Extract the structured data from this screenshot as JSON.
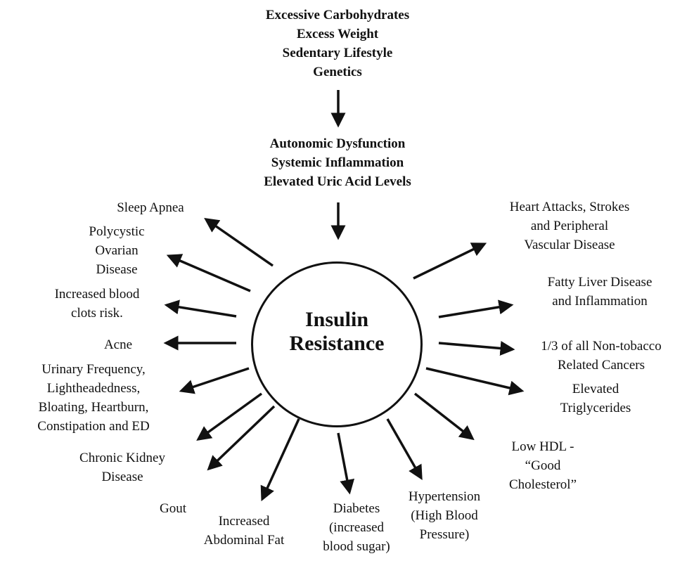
{
  "causes": [
    "Excessive Carbohydrates",
    "Excess Weight",
    "Sedentary Lifestyle",
    "Genetics"
  ],
  "mechanisms": [
    "Autonomic Dysfunction",
    "Systemic Inflammation",
    "Elevated Uric Acid Levels"
  ],
  "center": [
    "Insulin",
    "Resistance"
  ],
  "outcomes": {
    "sleep_apnea": [
      "Sleep Apnea"
    ],
    "pcos": [
      "Polycystic",
      "Ovarian",
      "Disease"
    ],
    "blood_clots": [
      "Increased blood",
      "clots risk."
    ],
    "acne": [
      "Acne"
    ],
    "urinary": [
      "Urinary Frequency,",
      "Lightheadedness,",
      "Bloating, Heartburn,",
      "Constipation and ED"
    ],
    "kidney": [
      "Chronic Kidney",
      "Disease"
    ],
    "gout": [
      "Gout"
    ],
    "abdominal_fat": [
      "Increased",
      "Abdominal Fat"
    ],
    "diabetes": [
      "Diabetes",
      "(increased",
      "blood sugar)"
    ],
    "hypertension": [
      "Hypertension",
      "(High Blood",
      "Pressure)"
    ],
    "low_hdl": [
      "Low HDL -",
      "“Good",
      "Cholesterol”"
    ],
    "heart": [
      "Heart Attacks, Strokes",
      "and Peripheral",
      "Vascular Disease"
    ],
    "fatty_liver": [
      "Fatty Liver Disease",
      "and Inflammation"
    ],
    "cancers": [
      "1/3 of all Non-tobacco",
      "Related Cancers"
    ],
    "triglycerides": [
      "Elevated",
      "Triglycerides"
    ]
  }
}
